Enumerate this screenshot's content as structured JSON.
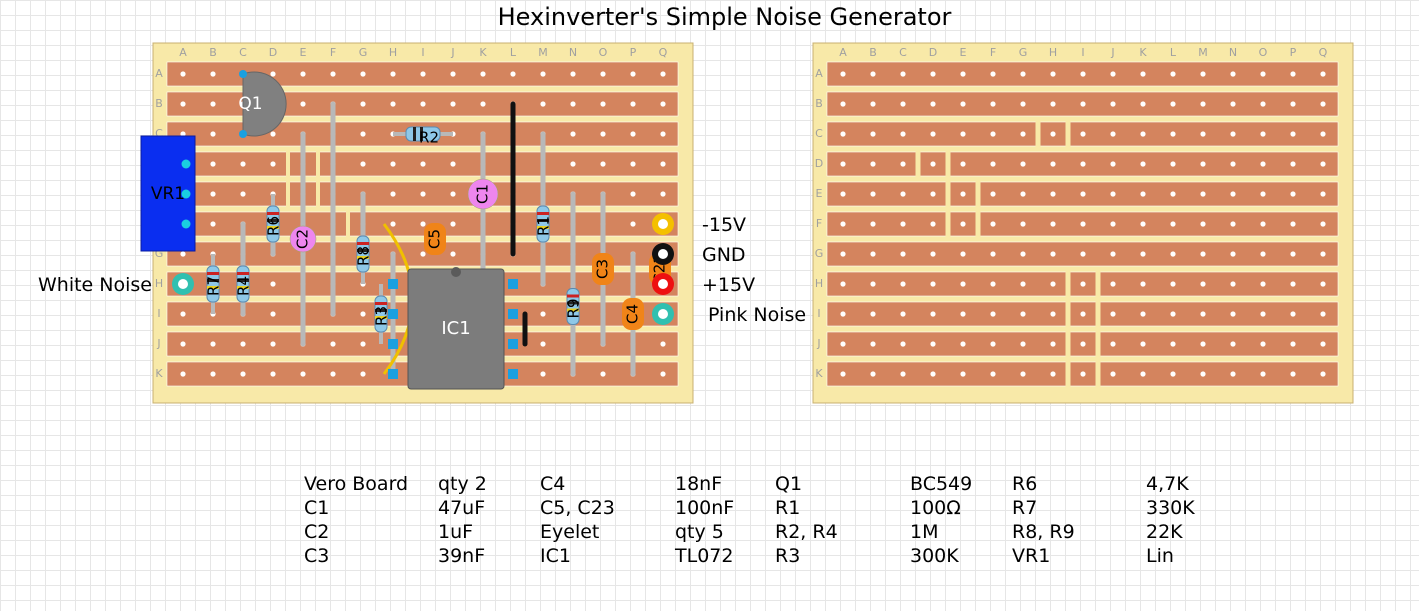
{
  "title": "Hexinverter's Simple Noise Generator",
  "columns": [
    "A",
    "B",
    "C",
    "D",
    "E",
    "F",
    "G",
    "H",
    "I",
    "J",
    "K",
    "L",
    "M",
    "N",
    "O",
    "P",
    "Q"
  ],
  "rows": [
    "A",
    "B",
    "C",
    "D",
    "E",
    "F",
    "G",
    "H",
    "I",
    "J",
    "K"
  ],
  "components": {
    "Q1": "Q1",
    "R1": "R1",
    "R2": "R2",
    "R3": "R3",
    "R4": "R4",
    "R6": "R6",
    "R7": "R7",
    "R8": "R8",
    "R9": "R9",
    "C1": "C1",
    "C2": "C2",
    "C3": "C3",
    "C4": "C4",
    "C5": "C5",
    "C23": "C23",
    "IC1": "IC1",
    "VR1": "VR1"
  },
  "connections": {
    "minus15": "-15V",
    "gnd": "GND",
    "plus15": "+15V",
    "pink": "Pink Noise",
    "white": "White Noise"
  },
  "colors": {
    "board": "#f8e9a8",
    "strip": "#d4845e",
    "pot": "#0a2ef0",
    "cap_film": "#ee86ee",
    "cap_ceramic": "#f08418",
    "ic": "#7c7c7c",
    "eyelet_minus15": "#f4c000",
    "eyelet_gnd": "#111111",
    "eyelet_plus15": "#ee1010",
    "eyelet_noise": "#30c0b0"
  },
  "bom": [
    [
      "Vero Board",
      "qty 2",
      "C4",
      "18nF",
      "Q1",
      "BC549",
      "R6",
      "4,7K"
    ],
    [
      "C1",
      "47uF",
      "C5, C23",
      "100nF",
      "R1",
      "100Ω",
      "R7",
      "330K"
    ],
    [
      "C2",
      "1uF",
      "Eyelet",
      "qty 5",
      "R2, R4",
      "1M",
      "R8, R9",
      "22K"
    ],
    [
      "C3",
      "39nF",
      "IC1",
      "TL072",
      "R3",
      "300K",
      "VR1",
      "Lin"
    ]
  ]
}
